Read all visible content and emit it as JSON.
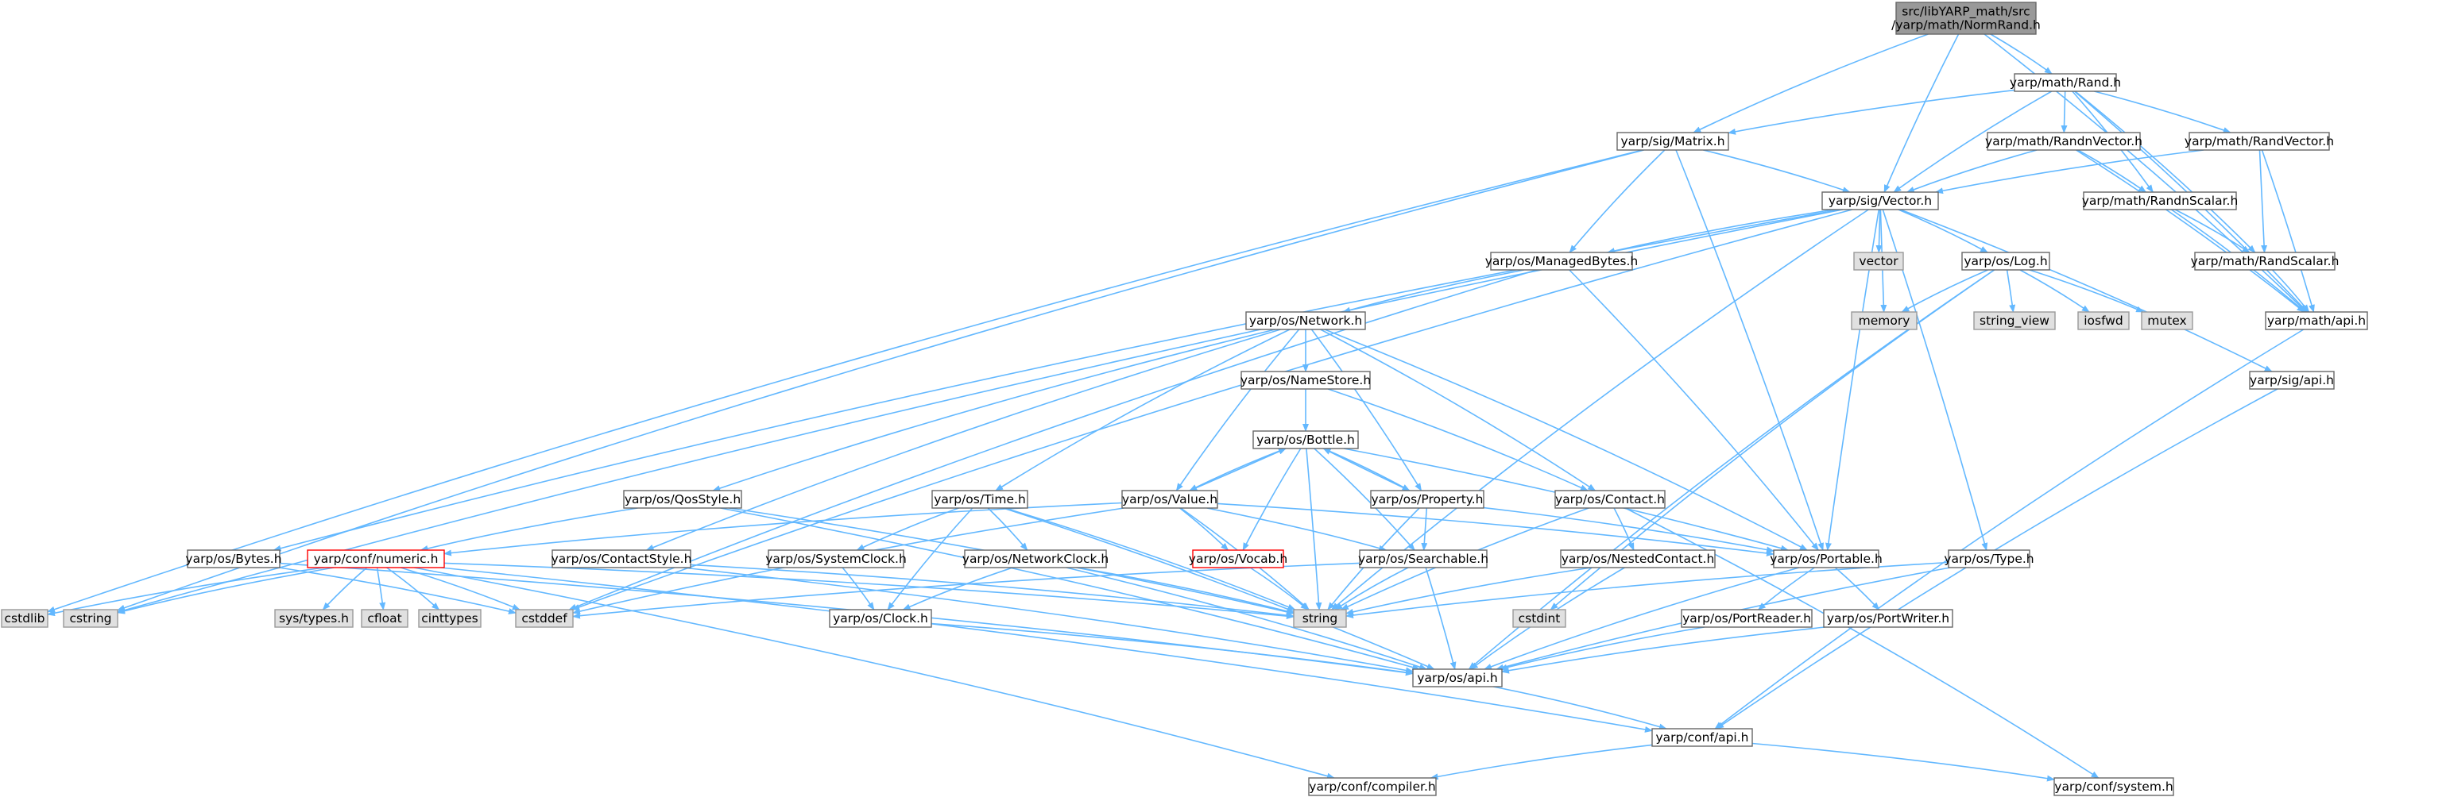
{
  "graph": {
    "colors": {
      "edge": "#63b8ff",
      "root_fill": "#999999",
      "node_fill": "#ffffff",
      "node_border": "#666666",
      "system_fill": "#e0e0e0",
      "system_border": "#999999",
      "incomplete_border": "#ff0000"
    },
    "nodes": [
      {
        "id": "root",
        "label": "src/libYARP_math/src\n/yarp/math/NormRand.h",
        "kind": "root"
      },
      {
        "id": "rand",
        "label": "yarp/math/Rand.h",
        "kind": "normal"
      },
      {
        "id": "matrix",
        "label": "yarp/sig/Matrix.h",
        "kind": "normal"
      },
      {
        "id": "randnvec",
        "label": "yarp/math/RandnVector.h",
        "kind": "normal"
      },
      {
        "id": "randvec",
        "label": "yarp/math/RandVector.h",
        "kind": "normal"
      },
      {
        "id": "vector",
        "label": "yarp/sig/Vector.h",
        "kind": "normal"
      },
      {
        "id": "randnscalar",
        "label": "yarp/math/RandnScalar.h",
        "kind": "normal"
      },
      {
        "id": "randscalar",
        "label": "yarp/math/RandScalar.h",
        "kind": "normal"
      },
      {
        "id": "mathapi",
        "label": "yarp/math/api.h",
        "kind": "normal"
      },
      {
        "id": "managed",
        "label": "yarp/os/ManagedBytes.h",
        "kind": "normal"
      },
      {
        "id": "vectorstd",
        "label": "vector",
        "kind": "system"
      },
      {
        "id": "log",
        "label": "yarp/os/Log.h",
        "kind": "normal"
      },
      {
        "id": "memory",
        "label": "memory",
        "kind": "system"
      },
      {
        "id": "stringview",
        "label": "string_view",
        "kind": "system"
      },
      {
        "id": "iosfwd",
        "label": "iosfwd",
        "kind": "system"
      },
      {
        "id": "mutex",
        "label": "mutex",
        "kind": "system"
      },
      {
        "id": "network",
        "label": "yarp/os/Network.h",
        "kind": "normal"
      },
      {
        "id": "sigapi",
        "label": "yarp/sig/api.h",
        "kind": "normal"
      },
      {
        "id": "namestore",
        "label": "yarp/os/NameStore.h",
        "kind": "normal"
      },
      {
        "id": "bottle",
        "label": "yarp/os/Bottle.h",
        "kind": "normal"
      },
      {
        "id": "qosstyle",
        "label": "yarp/os/QosStyle.h",
        "kind": "normal"
      },
      {
        "id": "time",
        "label": "yarp/os/Time.h",
        "kind": "normal"
      },
      {
        "id": "value",
        "label": "yarp/os/Value.h",
        "kind": "normal"
      },
      {
        "id": "property",
        "label": "yarp/os/Property.h",
        "kind": "normal"
      },
      {
        "id": "contact",
        "label": "yarp/os/Contact.h",
        "kind": "normal"
      },
      {
        "id": "bytes",
        "label": "yarp/os/Bytes.h",
        "kind": "normal"
      },
      {
        "id": "numeric",
        "label": "yarp/conf/numeric.h",
        "kind": "incomplete"
      },
      {
        "id": "contactstyle",
        "label": "yarp/os/ContactStyle.h",
        "kind": "normal"
      },
      {
        "id": "sysclock",
        "label": "yarp/os/SystemClock.h",
        "kind": "normal"
      },
      {
        "id": "netclock",
        "label": "yarp/os/NetworkClock.h",
        "kind": "normal"
      },
      {
        "id": "vocab",
        "label": "yarp/os/Vocab.h",
        "kind": "incomplete"
      },
      {
        "id": "searchable",
        "label": "yarp/os/Searchable.h",
        "kind": "normal"
      },
      {
        "id": "nestedcontact",
        "label": "yarp/os/NestedContact.h",
        "kind": "normal"
      },
      {
        "id": "portable",
        "label": "yarp/os/Portable.h",
        "kind": "normal"
      },
      {
        "id": "type",
        "label": "yarp/os/Type.h",
        "kind": "normal"
      },
      {
        "id": "cstdlib",
        "label": "cstdlib",
        "kind": "system"
      },
      {
        "id": "cstring",
        "label": "cstring",
        "kind": "system"
      },
      {
        "id": "systypes",
        "label": "sys/types.h",
        "kind": "system"
      },
      {
        "id": "cfloat",
        "label": "cfloat",
        "kind": "system"
      },
      {
        "id": "cinttypes",
        "label": "cinttypes",
        "kind": "system"
      },
      {
        "id": "cstddef",
        "label": "cstddef",
        "kind": "system"
      },
      {
        "id": "clock",
        "label": "yarp/os/Clock.h",
        "kind": "normal"
      },
      {
        "id": "string",
        "label": "string",
        "kind": "system"
      },
      {
        "id": "cstdint",
        "label": "cstdint",
        "kind": "system"
      },
      {
        "id": "portreader",
        "label": "yarp/os/PortReader.h",
        "kind": "normal"
      },
      {
        "id": "portwriter",
        "label": "yarp/os/PortWriter.h",
        "kind": "normal"
      },
      {
        "id": "osapi",
        "label": "yarp/os/api.h",
        "kind": "normal"
      },
      {
        "id": "confapi",
        "label": "yarp/conf/api.h",
        "kind": "normal"
      },
      {
        "id": "compiler",
        "label": "yarp/conf/compiler.h",
        "kind": "normal"
      },
      {
        "id": "system",
        "label": "yarp/conf/system.h",
        "kind": "normal"
      }
    ],
    "edges": [
      [
        "root",
        "rand"
      ],
      [
        "root",
        "matrix"
      ],
      [
        "root",
        "vector"
      ],
      [
        "root",
        "mathapi"
      ],
      [
        "rand",
        "matrix"
      ],
      [
        "rand",
        "vector"
      ],
      [
        "rand",
        "randnvec"
      ],
      [
        "rand",
        "randvec"
      ],
      [
        "rand",
        "randnscalar"
      ],
      [
        "rand",
        "randscalar"
      ],
      [
        "rand",
        "mathapi"
      ],
      [
        "randnvec",
        "vector"
      ],
      [
        "randnvec",
        "randnscalar"
      ],
      [
        "randnvec",
        "mathapi"
      ],
      [
        "randvec",
        "vector"
      ],
      [
        "randvec",
        "randscalar"
      ],
      [
        "randvec",
        "mathapi"
      ],
      [
        "randnscalar",
        "randscalar"
      ],
      [
        "randnscalar",
        "mathapi"
      ],
      [
        "randscalar",
        "mathapi"
      ],
      [
        "mathapi",
        "confapi"
      ],
      [
        "matrix",
        "vector"
      ],
      [
        "matrix",
        "managed"
      ],
      [
        "matrix",
        "portable"
      ],
      [
        "matrix",
        "cstdlib"
      ],
      [
        "matrix",
        "cstring"
      ],
      [
        "vector",
        "managed"
      ],
      [
        "vector",
        "vectorstd"
      ],
      [
        "vector",
        "log"
      ],
      [
        "vector",
        "memory"
      ],
      [
        "vector",
        "type"
      ],
      [
        "vector",
        "sigapi"
      ],
      [
        "vector",
        "portable"
      ],
      [
        "vector",
        "string"
      ],
      [
        "vector",
        "cstring"
      ],
      [
        "vector",
        "bytes"
      ],
      [
        "vector",
        "cstddef"
      ],
      [
        "managed",
        "network"
      ],
      [
        "managed",
        "portable"
      ],
      [
        "managed",
        "cstddef"
      ],
      [
        "log",
        "memory"
      ],
      [
        "log",
        "stringview"
      ],
      [
        "log",
        "iosfwd"
      ],
      [
        "log",
        "mutex"
      ],
      [
        "log",
        "osapi"
      ],
      [
        "log",
        "cstdint"
      ],
      [
        "sigapi",
        "confapi"
      ],
      [
        "network",
        "namestore"
      ],
      [
        "network",
        "qosstyle"
      ],
      [
        "network",
        "time"
      ],
      [
        "network",
        "value"
      ],
      [
        "network",
        "property"
      ],
      [
        "network",
        "contact"
      ],
      [
        "network",
        "contactstyle"
      ],
      [
        "network",
        "portable"
      ],
      [
        "namestore",
        "bottle"
      ],
      [
        "namestore",
        "contact"
      ],
      [
        "bottle",
        "value"
      ],
      [
        "bottle",
        "property"
      ],
      [
        "bottle",
        "vocab"
      ],
      [
        "bottle",
        "searchable"
      ],
      [
        "bottle",
        "portable"
      ],
      [
        "bottle",
        "string"
      ],
      [
        "qosstyle",
        "numeric"
      ],
      [
        "qosstyle",
        "string"
      ],
      [
        "qosstyle",
        "osapi"
      ],
      [
        "time",
        "sysclock"
      ],
      [
        "time",
        "netclock"
      ],
      [
        "time",
        "clock"
      ],
      [
        "time",
        "string"
      ],
      [
        "time",
        "osapi"
      ],
      [
        "value",
        "bottle"
      ],
      [
        "value",
        "vocab"
      ],
      [
        "value",
        "searchable"
      ],
      [
        "value",
        "portable"
      ],
      [
        "value",
        "string"
      ],
      [
        "value",
        "numeric"
      ],
      [
        "value",
        "cstddef"
      ],
      [
        "property",
        "bottle"
      ],
      [
        "property",
        "searchable"
      ],
      [
        "property",
        "portable"
      ],
      [
        "property",
        "string"
      ],
      [
        "contact",
        "nestedcontact"
      ],
      [
        "contact",
        "string"
      ],
      [
        "contact",
        "system"
      ],
      [
        "nestedcontact",
        "string"
      ],
      [
        "nestedcontact",
        "osapi"
      ],
      [
        "contactstyle",
        "string"
      ],
      [
        "contactstyle",
        "osapi"
      ],
      [
        "sysclock",
        "clock"
      ],
      [
        "netclock",
        "clock"
      ],
      [
        "netclock",
        "string"
      ],
      [
        "netclock",
        "osapi"
      ],
      [
        "vocab",
        "string"
      ],
      [
        "searchable",
        "string"
      ],
      [
        "searchable",
        "osapi"
      ],
      [
        "searchable",
        "cstddef"
      ],
      [
        "portable",
        "portreader"
      ],
      [
        "portable",
        "portwriter"
      ],
      [
        "portable",
        "osapi"
      ],
      [
        "type",
        "string"
      ],
      [
        "type",
        "osapi"
      ],
      [
        "bytes",
        "cstddef"
      ],
      [
        "bytes",
        "osapi"
      ],
      [
        "numeric",
        "cstdlib"
      ],
      [
        "numeric",
        "cstring"
      ],
      [
        "numeric",
        "systypes"
      ],
      [
        "numeric",
        "cfloat"
      ],
      [
        "numeric",
        "cinttypes"
      ],
      [
        "numeric",
        "cstddef"
      ],
      [
        "numeric",
        "string"
      ],
      [
        "numeric",
        "confapi"
      ],
      [
        "numeric",
        "compiler"
      ],
      [
        "clock",
        "osapi"
      ],
      [
        "portreader",
        "osapi"
      ],
      [
        "portwriter",
        "osapi"
      ],
      [
        "osapi",
        "confapi"
      ],
      [
        "confapi",
        "compiler"
      ],
      [
        "confapi",
        "system"
      ]
    ]
  }
}
